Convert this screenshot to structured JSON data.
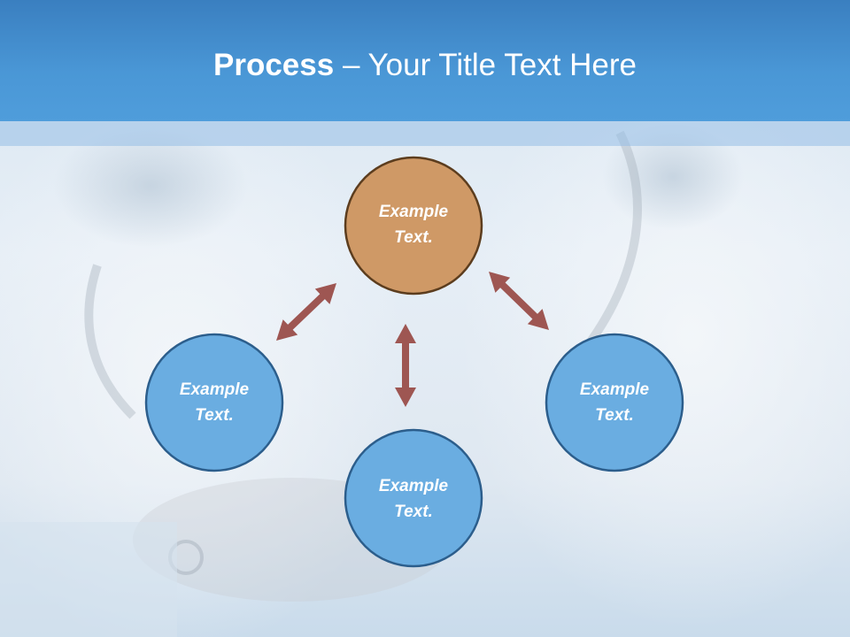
{
  "slide": {
    "title_bold": "Process",
    "title_rest": " – Your Title Text Here"
  },
  "diagram": {
    "nodes": [
      {
        "id": "top",
        "line1": "Example",
        "line2": "Text.",
        "fill": "#cf9966",
        "stroke": "#5c3d1e"
      },
      {
        "id": "left",
        "line1": "Example",
        "line2": "Text.",
        "fill": "#6aade1",
        "stroke": "#2c5e8c"
      },
      {
        "id": "right",
        "line1": "Example",
        "line2": "Text.",
        "fill": "#6aade1",
        "stroke": "#2c5e8c"
      },
      {
        "id": "bottom",
        "line1": "Example",
        "line2": "Text.",
        "fill": "#6aade1",
        "stroke": "#2c5e8c"
      }
    ],
    "arrow_color": "#9e5652",
    "connections": [
      {
        "from": "top",
        "to": "left",
        "style": "double-arrow"
      },
      {
        "from": "top",
        "to": "right",
        "style": "double-arrow"
      },
      {
        "from": "top",
        "to": "bottom",
        "style": "double-arrow"
      }
    ]
  },
  "colors": {
    "header": "#4a97d6",
    "title_text": "#ffffff"
  }
}
